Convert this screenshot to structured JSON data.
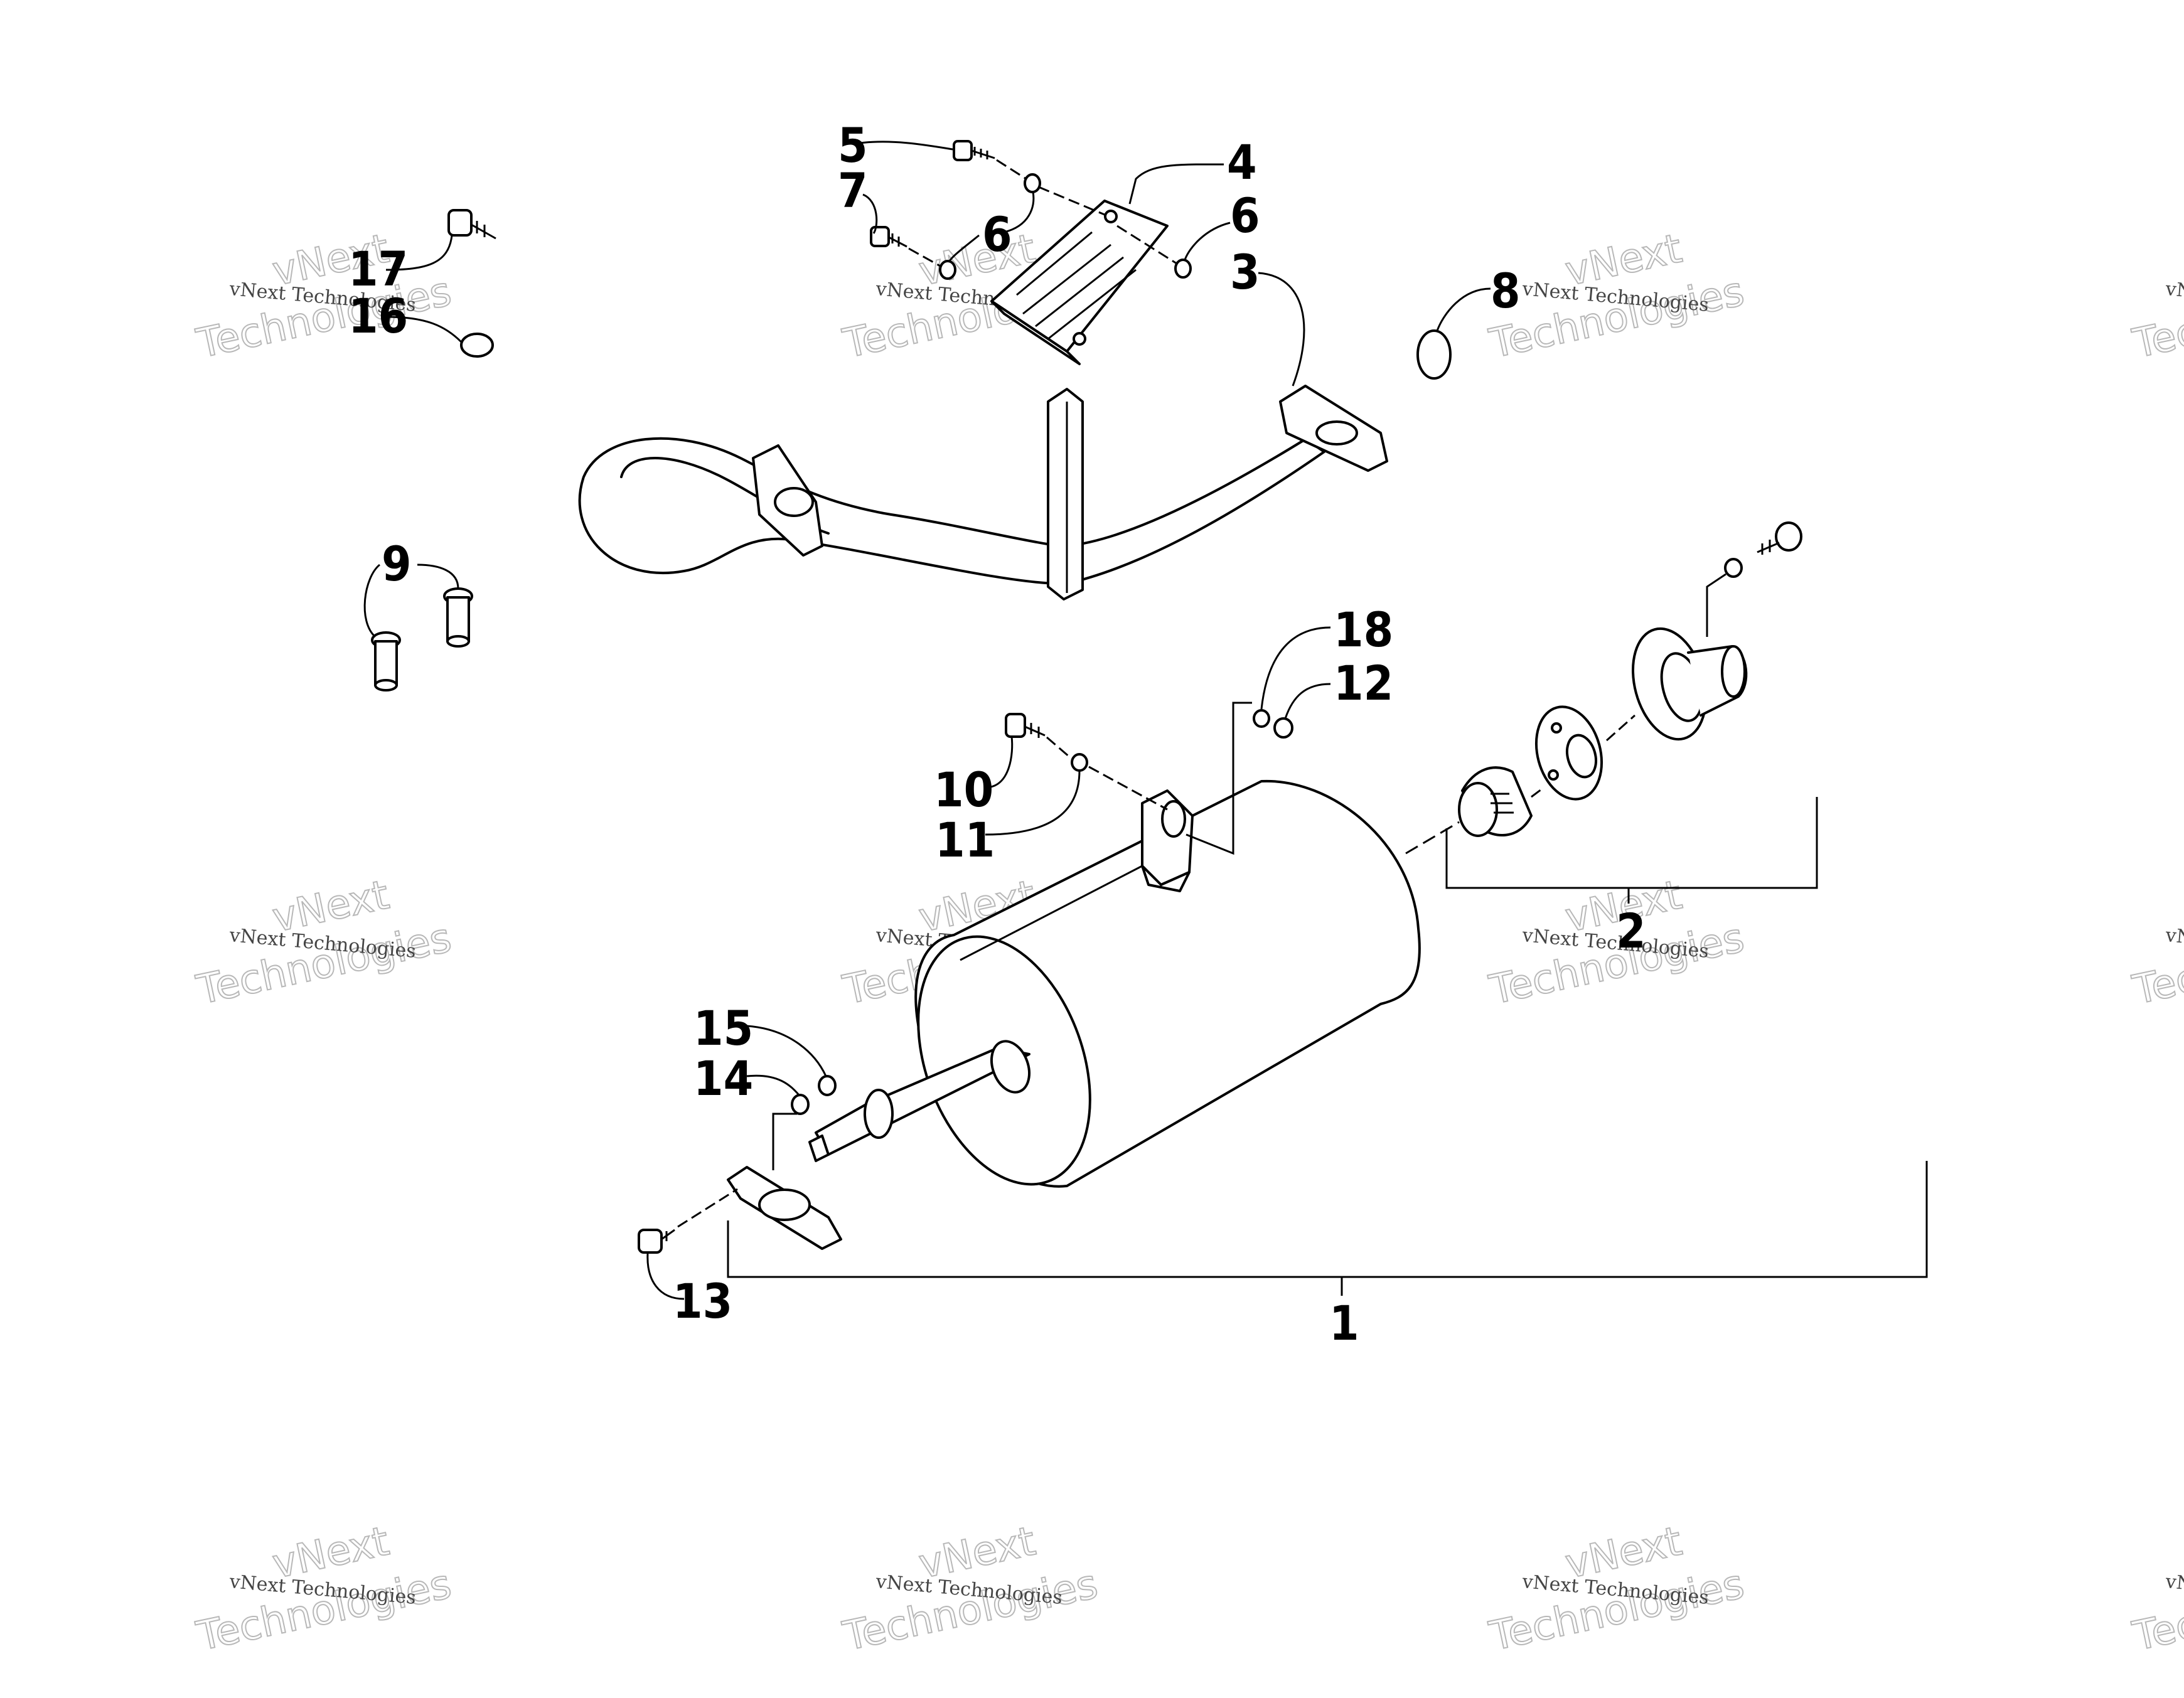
{
  "callouts": [
    {
      "id": "1",
      "text": "1"
    },
    {
      "id": "2",
      "text": "2"
    },
    {
      "id": "3",
      "text": "3"
    },
    {
      "id": "4",
      "text": "4"
    },
    {
      "id": "5",
      "text": "5"
    },
    {
      "id": "6a",
      "text": "6"
    },
    {
      "id": "6b",
      "text": "6"
    },
    {
      "id": "7",
      "text": "7"
    },
    {
      "id": "8",
      "text": "8"
    },
    {
      "id": "9",
      "text": "9"
    },
    {
      "id": "10",
      "text": "10"
    },
    {
      "id": "11",
      "text": "11"
    },
    {
      "id": "12",
      "text": "12"
    },
    {
      "id": "13",
      "text": "13"
    },
    {
      "id": "14",
      "text": "14"
    },
    {
      "id": "15",
      "text": "15"
    },
    {
      "id": "16",
      "text": "16"
    },
    {
      "id": "17",
      "text": "17"
    },
    {
      "id": "18",
      "text": "18"
    }
  ],
  "watermark": {
    "line1": "vNext",
    "line2": "vNext Technologies",
    "line3": "Technologies"
  }
}
